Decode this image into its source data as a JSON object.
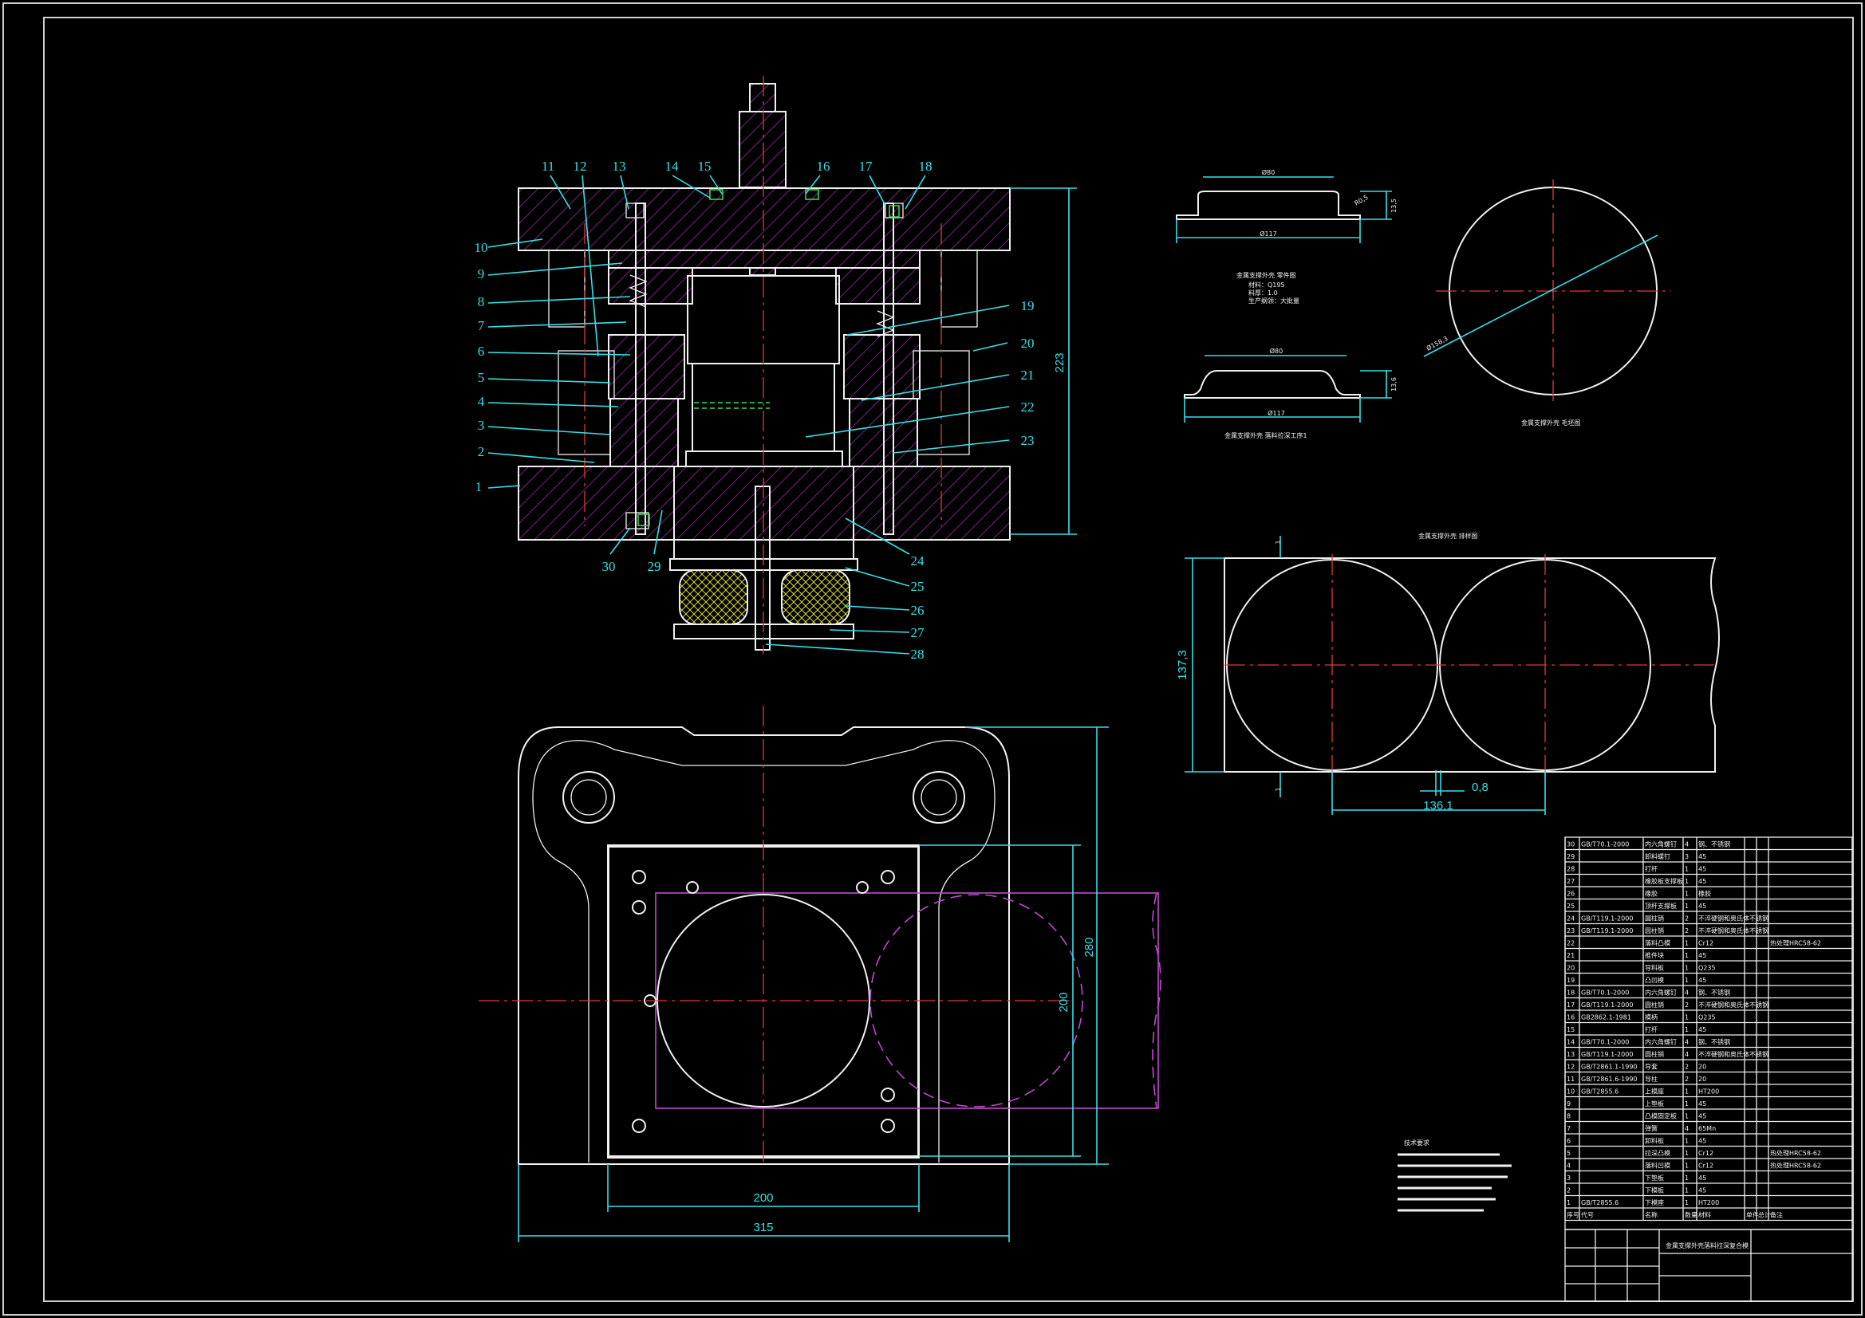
{
  "part_numbers": [
    "1",
    "2",
    "3",
    "4",
    "5",
    "6",
    "7",
    "8",
    "9",
    "10",
    "11",
    "12",
    "13",
    "14",
    "15",
    "16",
    "17",
    "18",
    "19",
    "20",
    "21",
    "22",
    "23",
    "24",
    "25",
    "26",
    "27",
    "28",
    "29",
    "30"
  ],
  "dims": {
    "overall_height": "223",
    "plan_height_outer": "280",
    "plan_height_inner": "200",
    "plan_width_inner": "200",
    "plan_width_outer": "315",
    "strip_width": "137,3",
    "pitch": "136,1",
    "gap": "0,8",
    "edge_top": "1",
    "edge_bottom": "1",
    "part_top_dia": "Ø80",
    "part_base_dia": "Ø117",
    "part_height": "13,5",
    "part_radius": "R0,5",
    "draw_top_dia": "Ø80",
    "draw_base_dia": "Ø117",
    "draw_height": "13,6",
    "blank_dia": "Ø158,3"
  },
  "labels": {
    "part_drawing_title": "金属支撑外壳 零件图",
    "part_material_1": "材料：Q195",
    "part_material_2": "料厚：1.0",
    "part_material_3": "生产纲领：大批量",
    "draw_title": "金属支撑外壳 落料拉深工序1",
    "blank_title": "金属支撑外壳 毛坯图",
    "layout_title": "金属支撑外壳 排样图",
    "tech_req_title": "技术要求",
    "drawing_name": "金属支撑外壳落料拉深复合模"
  },
  "bom": [
    [
      "30",
      "GB/T70.1-2000",
      "内六角螺钉",
      "4",
      "钢、不锈钢",
      ""
    ],
    [
      "29",
      "",
      "卸料螺钉",
      "3",
      "45",
      ""
    ],
    [
      "28",
      "",
      "打杆",
      "1",
      "45",
      ""
    ],
    [
      "27",
      "",
      "橡胶板支撑板",
      "1",
      "45",
      ""
    ],
    [
      "26",
      "",
      "橡胶",
      "1",
      "橡胶",
      ""
    ],
    [
      "25",
      "",
      "顶杆支撑板",
      "1",
      "45",
      ""
    ],
    [
      "24",
      "GB/T119.1-2000",
      "圆柱销",
      "2",
      "不淬硬钢和奥氏体不锈钢",
      ""
    ],
    [
      "23",
      "GB/T119.1-2000",
      "圆柱销",
      "2",
      "不淬硬钢和奥氏体不锈钢",
      ""
    ],
    [
      "22",
      "",
      "落料凸模",
      "1",
      "Cr12",
      "热处理HRC58-62"
    ],
    [
      "21",
      "",
      "推件块",
      "1",
      "45",
      ""
    ],
    [
      "20",
      "",
      "导料板",
      "1",
      "Q235",
      ""
    ],
    [
      "19",
      "",
      "凸凹模",
      "1",
      "45",
      ""
    ],
    [
      "18",
      "GB/T70.1-2000",
      "内六角螺钉",
      "4",
      "钢、不锈钢",
      ""
    ],
    [
      "17",
      "GB/T119.1-2000",
      "圆柱销",
      "2",
      "不淬硬钢和奥氏体不锈钢",
      ""
    ],
    [
      "16",
      "GB2862.1-1981",
      "模柄",
      "1",
      "Q235",
      ""
    ],
    [
      "15",
      "",
      "打杆",
      "1",
      "45",
      ""
    ],
    [
      "14",
      "GB/T70.1-2000",
      "内六角螺钉",
      "4",
      "钢、不锈钢",
      ""
    ],
    [
      "13",
      "GB/T119.1-2000",
      "圆柱销",
      "4",
      "不淬硬钢和奥氏体不锈钢",
      ""
    ],
    [
      "12",
      "GB/T2861.1-1990",
      "导套",
      "2",
      "20",
      ""
    ],
    [
      "11",
      "GB/T2861.6-1990",
      "导柱",
      "2",
      "20",
      ""
    ],
    [
      "10",
      "GB/T2855.6",
      "上模座",
      "1",
      "HT200",
      ""
    ],
    [
      "9",
      "",
      "上垫板",
      "1",
      "45",
      ""
    ],
    [
      "8",
      "",
      "凸模固定板",
      "1",
      "45",
      ""
    ],
    [
      "7",
      "",
      "弹簧",
      "4",
      "65Mn",
      ""
    ],
    [
      "6",
      "",
      "卸料板",
      "1",
      "45",
      ""
    ],
    [
      "5",
      "",
      "拉深凸模",
      "1",
      "Cr12",
      "热处理HRC58-62"
    ],
    [
      "4",
      "",
      "落料凹模",
      "1",
      "Cr12",
      "热处理HRC58-62"
    ],
    [
      "3",
      "",
      "下垫板",
      "1",
      "45",
      ""
    ],
    [
      "2",
      "",
      "下模板",
      "1",
      "45",
      ""
    ],
    [
      "1",
      "GB/T2855.6",
      "下模座",
      "1",
      "HT200",
      ""
    ]
  ],
  "bom_header": [
    "序号",
    "代号",
    "名称",
    "数量",
    "材料",
    "单件",
    "总计",
    "备注"
  ]
}
